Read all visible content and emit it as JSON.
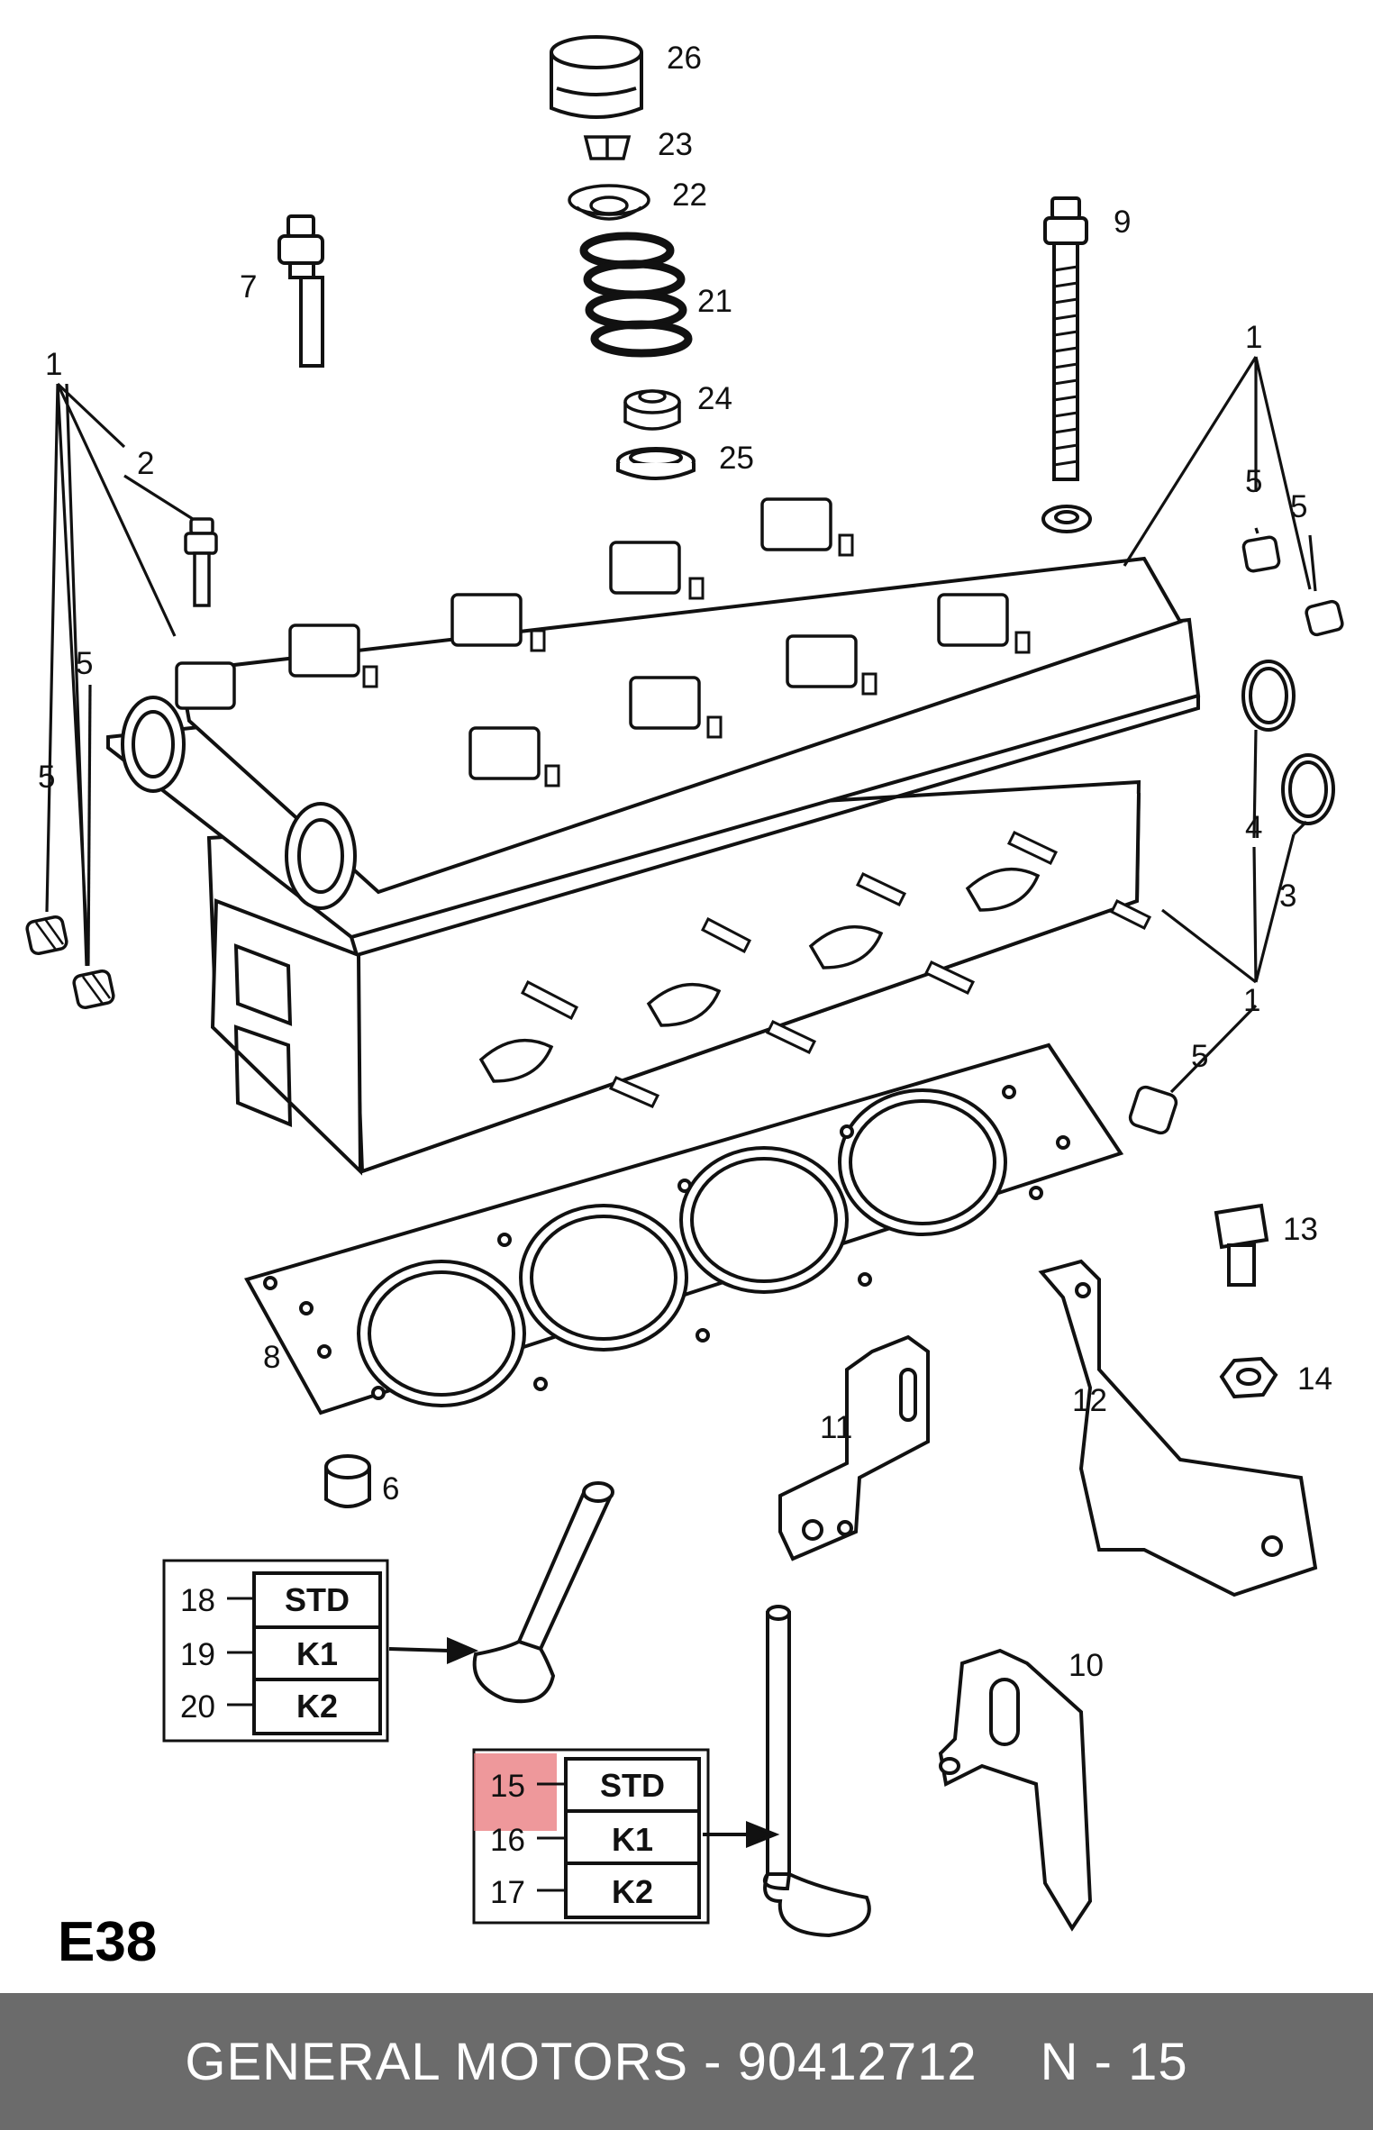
{
  "diagram": {
    "figure_code": "E38",
    "callouts": {
      "c26": "26",
      "c23": "23",
      "c22": "22",
      "c21": "21",
      "c24": "24",
      "c25": "25",
      "c7": "7",
      "c9": "9",
      "c1_left": "1",
      "c1_right_top": "1",
      "c1_right_bottom": "1",
      "c2": "2",
      "c5_left_a": "5",
      "c5_left_b": "5",
      "c5_right_a": "5",
      "c5_right_b": "5",
      "c5_right_c": "5",
      "c4": "4",
      "c3": "3",
      "c13": "13",
      "c14": "14",
      "c8": "8",
      "c6": "6",
      "c11": "11",
      "c12": "12",
      "c10": "10"
    },
    "intake_valve_table": [
      {
        "ref": "18",
        "code": "STD"
      },
      {
        "ref": "19",
        "code": "K1"
      },
      {
        "ref": "20",
        "code": "K2"
      }
    ],
    "exhaust_valve_table": [
      {
        "ref": "15",
        "code": "STD",
        "highlighted": true
      },
      {
        "ref": "16",
        "code": "K1"
      },
      {
        "ref": "17",
        "code": "K2"
      }
    ],
    "highlight_color": "#e8767a"
  },
  "footer": {
    "brand": "GENERAL MOTORS",
    "separator": "-",
    "part_number": "90412712",
    "position": "N - 15",
    "background_color": "#6b6b6b",
    "text_color": "#ffffff"
  }
}
